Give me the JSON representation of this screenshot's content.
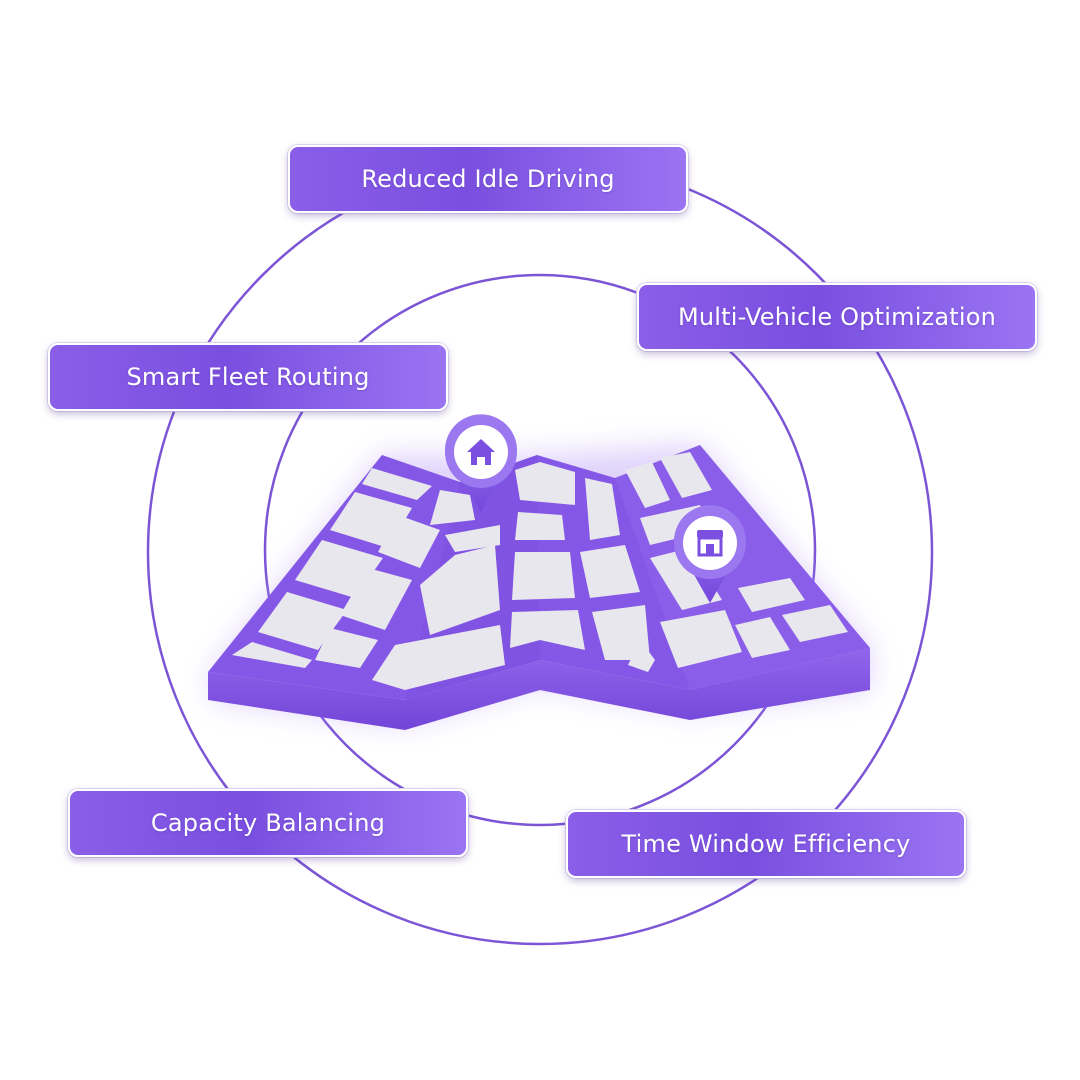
{
  "colors": {
    "accent": "#7b4fe0",
    "accent_light": "#a688f3",
    "map_block": "#e9e7ee",
    "map_edge": "#8a5ce8",
    "ring": "#7b55d6"
  },
  "center_illustration": {
    "icon": "folded-city-map",
    "pins": [
      {
        "icon": "home-icon"
      },
      {
        "icon": "store-icon"
      }
    ]
  },
  "labels": {
    "reduced_idle_driving": "Reduced Idle Driving",
    "multi_vehicle_optimization": "Multi-Vehicle Optimization",
    "smart_fleet_routing": "Smart Fleet Routing",
    "capacity_balancing": "Capacity Balancing",
    "time_window_efficiency": "Time Window Efficiency"
  }
}
